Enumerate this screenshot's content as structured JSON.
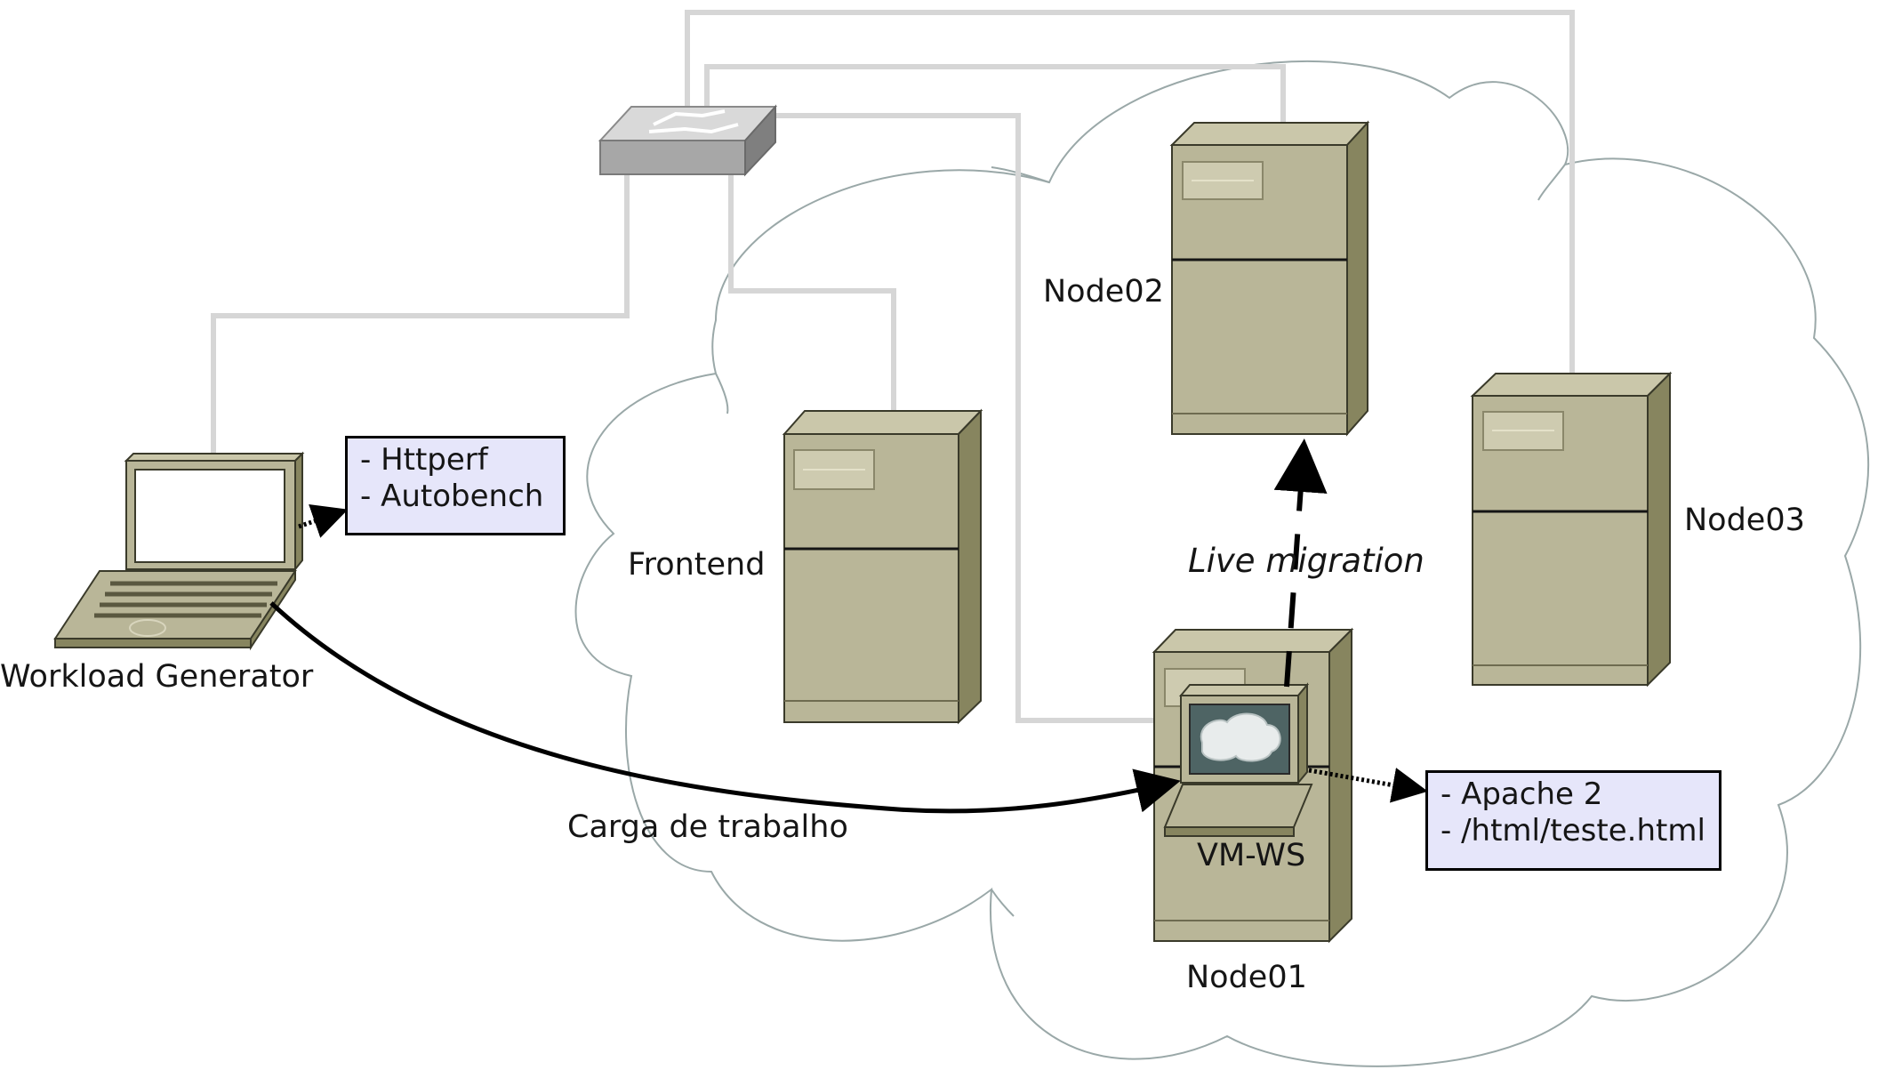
{
  "labels": {
    "workload_generator": "Workload Generator",
    "frontend": "Frontend",
    "node01": "Node01",
    "node02": "Node02",
    "node03": "Node03",
    "vm_ws": "VM-WS",
    "live_migration": "Live migration",
    "carga": "Carga de trabalho"
  },
  "notes": {
    "tools": [
      "- Httperf",
      "- Autobench"
    ],
    "server": [
      "- Apache 2",
      "- /html/teste.html"
    ]
  },
  "colors": {
    "server_body": "#b9b698",
    "server_side": "#87855f",
    "server_top": "#cac7aa",
    "cable": "#d6d6d6",
    "cloud_outline": "#9aa8a8",
    "note_fill": "#e6e6fa",
    "switch": "#a7a7a7"
  }
}
